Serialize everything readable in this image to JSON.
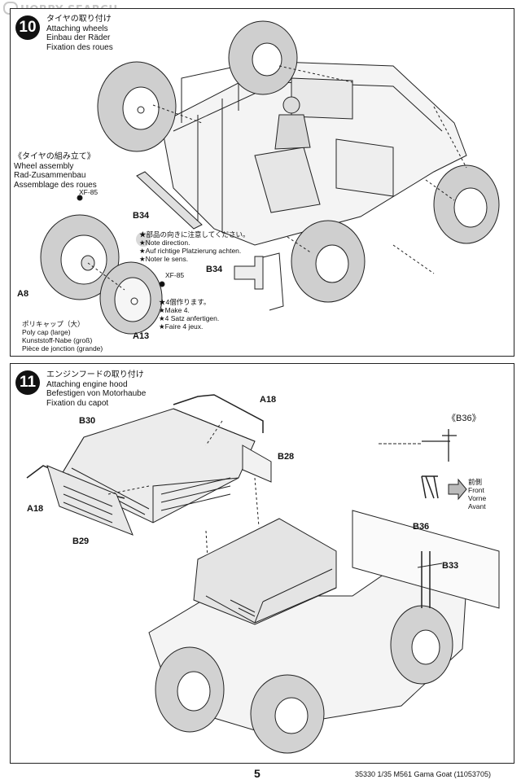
{
  "watermark": "HOBBY SEARCH",
  "step10": {
    "number": "10",
    "title_jp": "タイヤの取り付け",
    "title_en": "Attaching wheels",
    "title_de": "Einbau der Räder",
    "title_fr": "Fixation des roues",
    "sub_jp": "《タイヤの組み立て》",
    "sub_en": "Wheel assembly",
    "sub_de": "Rad-Zusammenbau",
    "sub_fr": "Assemblage des roues",
    "paint1": "XF-85",
    "paint2": "XF-85",
    "part_a8": "A8",
    "part_a13": "A13",
    "part_b34a": "B34",
    "part_b34b": "B34",
    "poly_jp": "ポリキャップ（大）",
    "poly_en": "Poly cap (large)",
    "poly_de": "Kunststoff-Nabe (groß)",
    "poly_fr": "Pièce de jonction (grande)",
    "dir_jp": "★部品の向きに注意してください。",
    "dir_en": "★Note direction.",
    "dir_de": "★Auf richtige Platzierung achten.",
    "dir_fr": "★Noter le sens.",
    "make_jp": "★4個作ります。",
    "make_en": "★Make 4.",
    "make_de": "★4 Satz anfertigen.",
    "make_fr": "★Faire 4 jeux."
  },
  "step11": {
    "number": "11",
    "title_jp": "エンジンフードの取り付け",
    "title_en": "Attaching engine hood",
    "title_de": "Befestigen von Motorhaube",
    "title_fr": "Fixation du capot",
    "part_a18a": "A18",
    "part_a18b": "A18",
    "part_b30": "B30",
    "part_b28": "B28",
    "part_b29": "B29",
    "part_b36_detail": "《B36》",
    "part_b36": "B36",
    "part_b33": "B33",
    "front_jp": "前側",
    "front_en": "Front",
    "front_de": "Vorne",
    "front_fr": "Avant"
  },
  "footer": {
    "page": "5",
    "code": "35330  1/35 M561 Gama Goat (11053705)"
  }
}
